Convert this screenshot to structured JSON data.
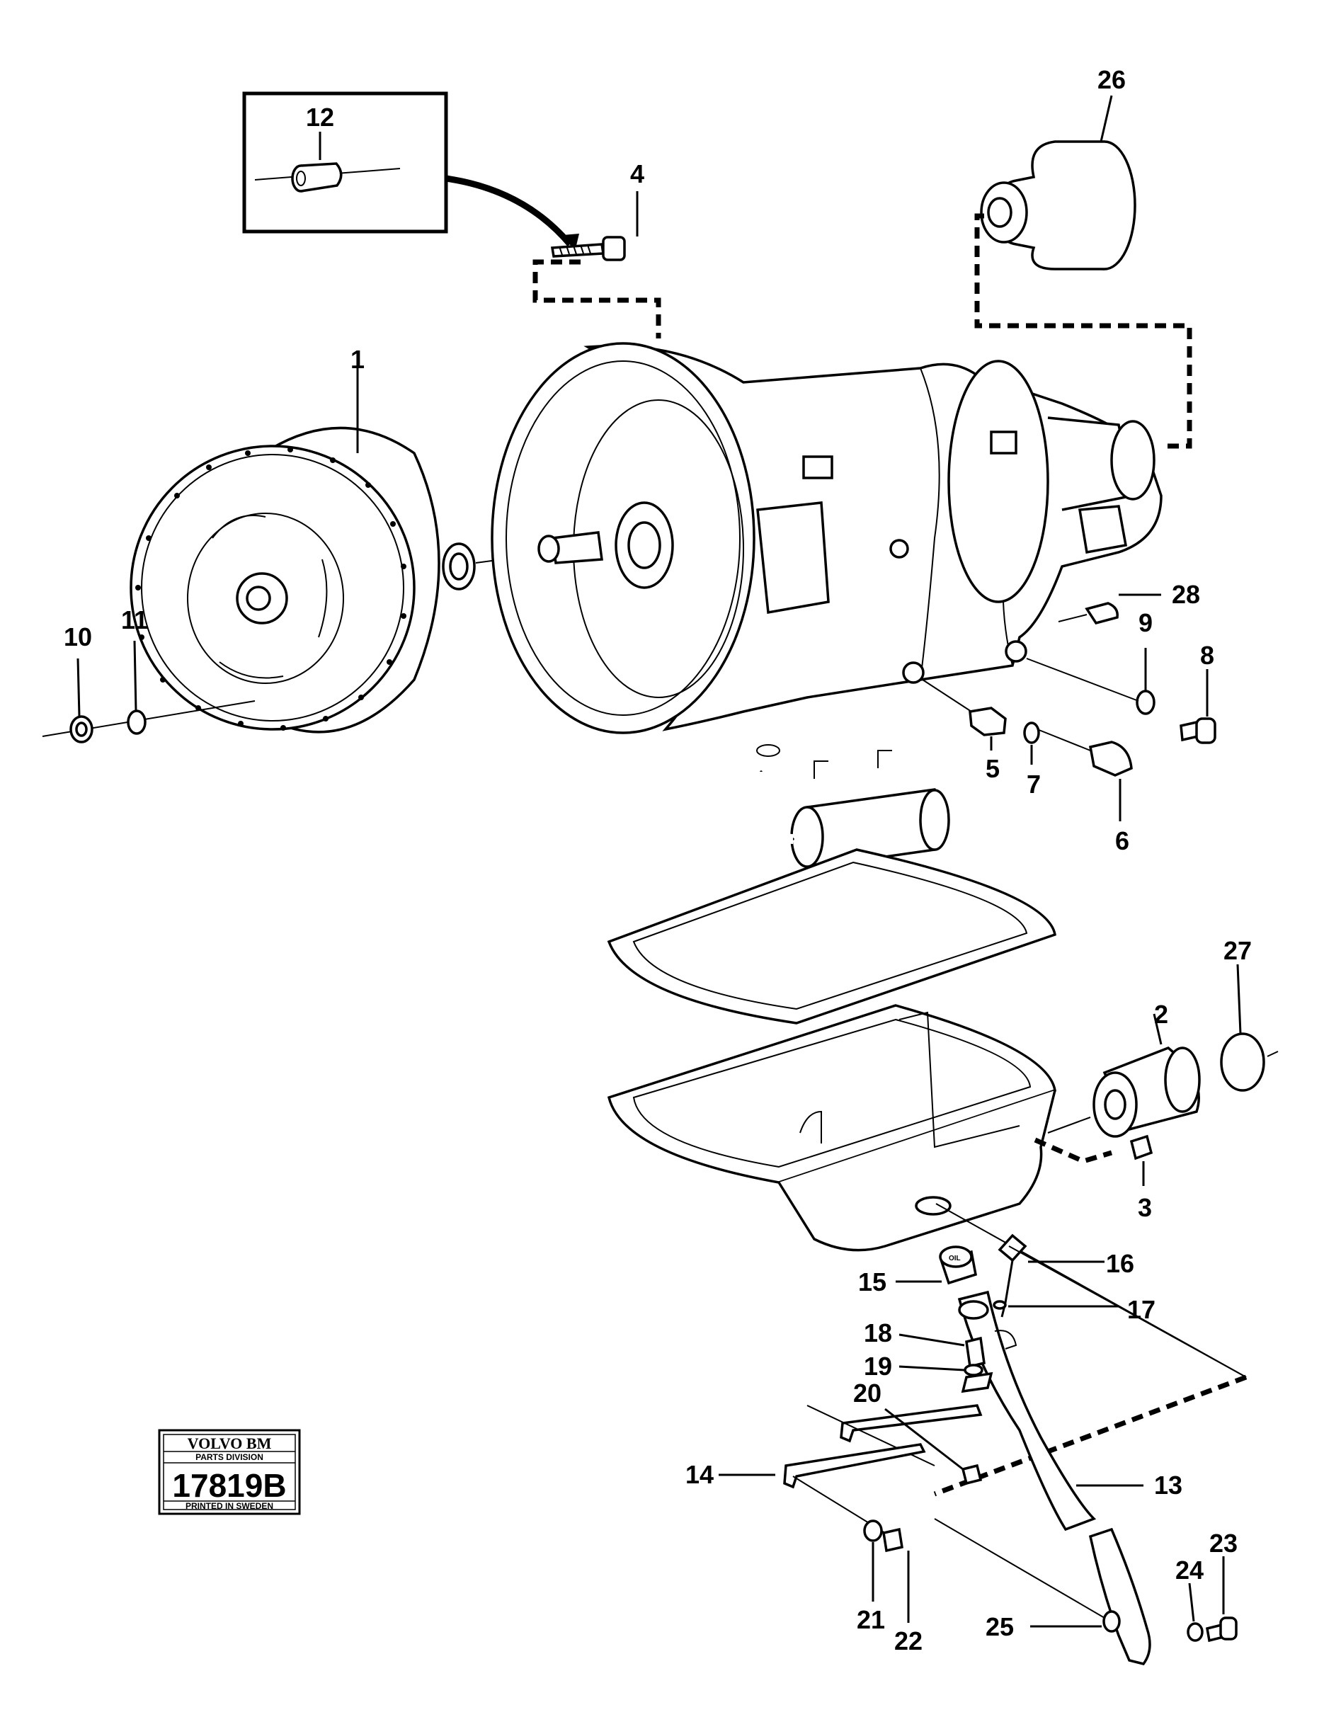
{
  "callouts": {
    "c1": "1",
    "c2": "2",
    "c3": "3",
    "c4": "4",
    "c5": "5",
    "c6": "6",
    "c7": "7",
    "c8": "8",
    "c9": "9",
    "c10": "10",
    "c11": "11",
    "c12": "12",
    "c13": "13",
    "c14": "14",
    "c15": "15",
    "c16": "16",
    "c17": "17",
    "c18": "18",
    "c19": "19",
    "c20": "20",
    "c21": "21",
    "c22": "22",
    "c23": "23",
    "c24": "24",
    "c25": "25",
    "c26": "26",
    "c27": "27",
    "c28": "28"
  },
  "stamp": {
    "brand": "VOLVO BM",
    "division": "PARTS DIVISION",
    "number": "17819B",
    "footer": "PRINTED IN SWEDEN"
  },
  "oil_cap_label": "OIL"
}
